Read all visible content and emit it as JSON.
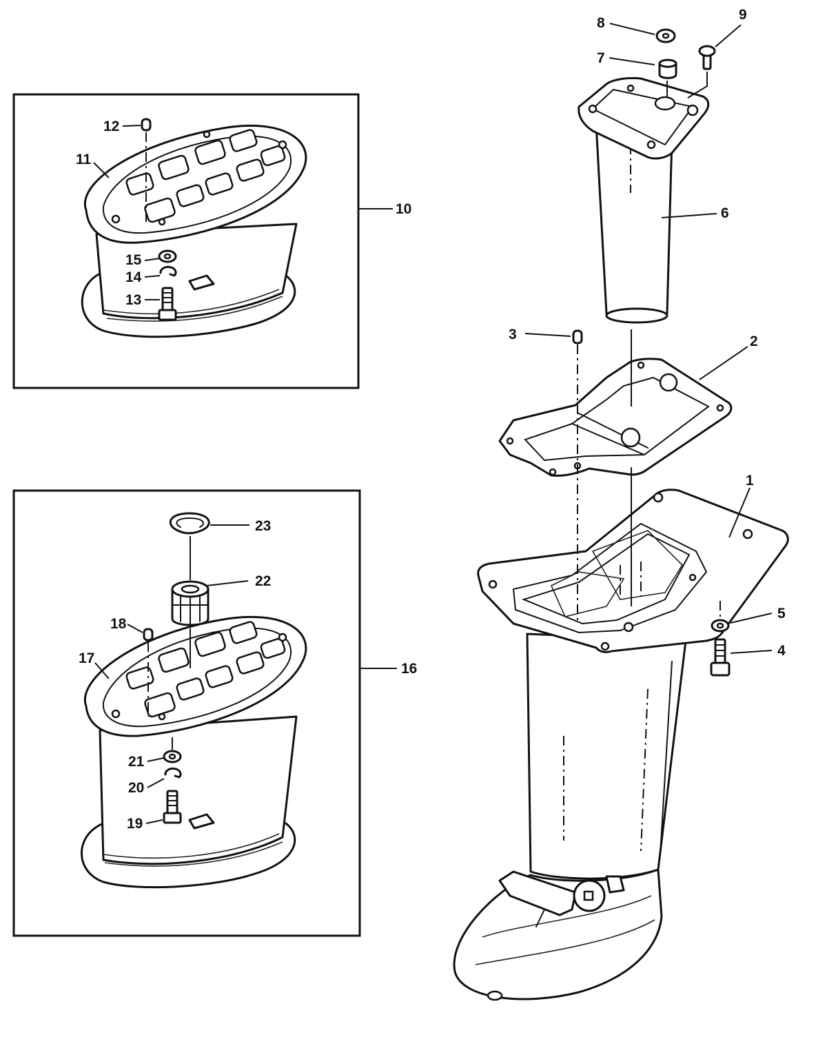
{
  "callouts": {
    "c1": "1",
    "c2": "2",
    "c3": "3",
    "c4": "4",
    "c5": "5",
    "c6": "6",
    "c7": "7",
    "c8": "8",
    "c9": "9",
    "c10": "10",
    "c11": "11",
    "c12": "12",
    "c13": "13",
    "c14": "14",
    "c15": "15",
    "c16": "16",
    "c17": "17",
    "c18": "18",
    "c19": "19",
    "c20": "20",
    "c21": "21",
    "c22": "22",
    "c23": "23"
  },
  "colors": {
    "ink": "#111111",
    "paper": "#ffffff"
  }
}
